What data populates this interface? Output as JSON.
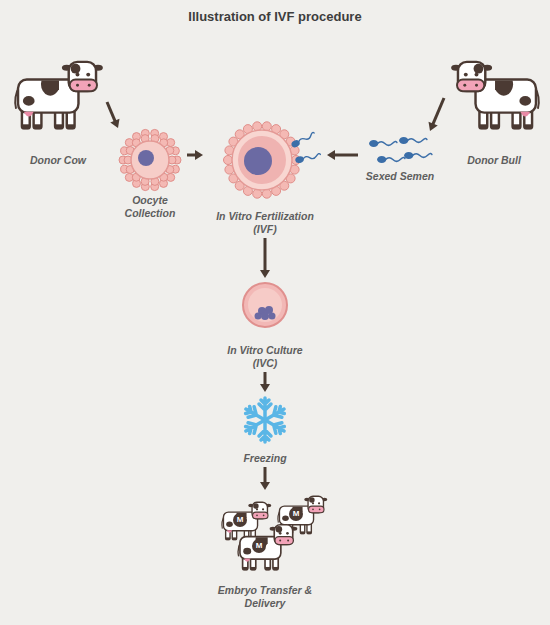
{
  "diagram": {
    "title": "Illustration of IVF procedure",
    "nodes": [
      {
        "text": [
          "Donor Cow"
        ]
      },
      {
        "text": [
          "Oocyte Collection"
        ]
      },
      {
        "text": [
          "In Vitro Fertilization (IVF)"
        ]
      },
      {
        "text": [
          "Sexed Semen"
        ]
      },
      {
        "text": [
          "Donor Bull"
        ]
      },
      {
        "text": [
          "In Vitro Culture (IVC)"
        ]
      },
      {
        "text": [
          "Freezing"
        ]
      },
      {
        "text": [
          "Embryo Transfer & Delivery"
        ]
      }
    ],
    "edges": [
      {
        "from": 0,
        "to": 1,
        "arrow": "to"
      },
      {
        "from": 1,
        "to": 2,
        "arrow": "to"
      },
      {
        "from": 3,
        "to": 2,
        "arrow": "to"
      },
      {
        "from": 4,
        "to": 3,
        "arrow": "to"
      },
      {
        "from": 2,
        "to": 5,
        "arrow": "to"
      },
      {
        "from": 5,
        "to": 6,
        "arrow": "to"
      },
      {
        "from": 6,
        "to": 7,
        "arrow": "to"
      }
    ],
    "labels": [
      "M",
      "M",
      "M"
    ]
  }
}
